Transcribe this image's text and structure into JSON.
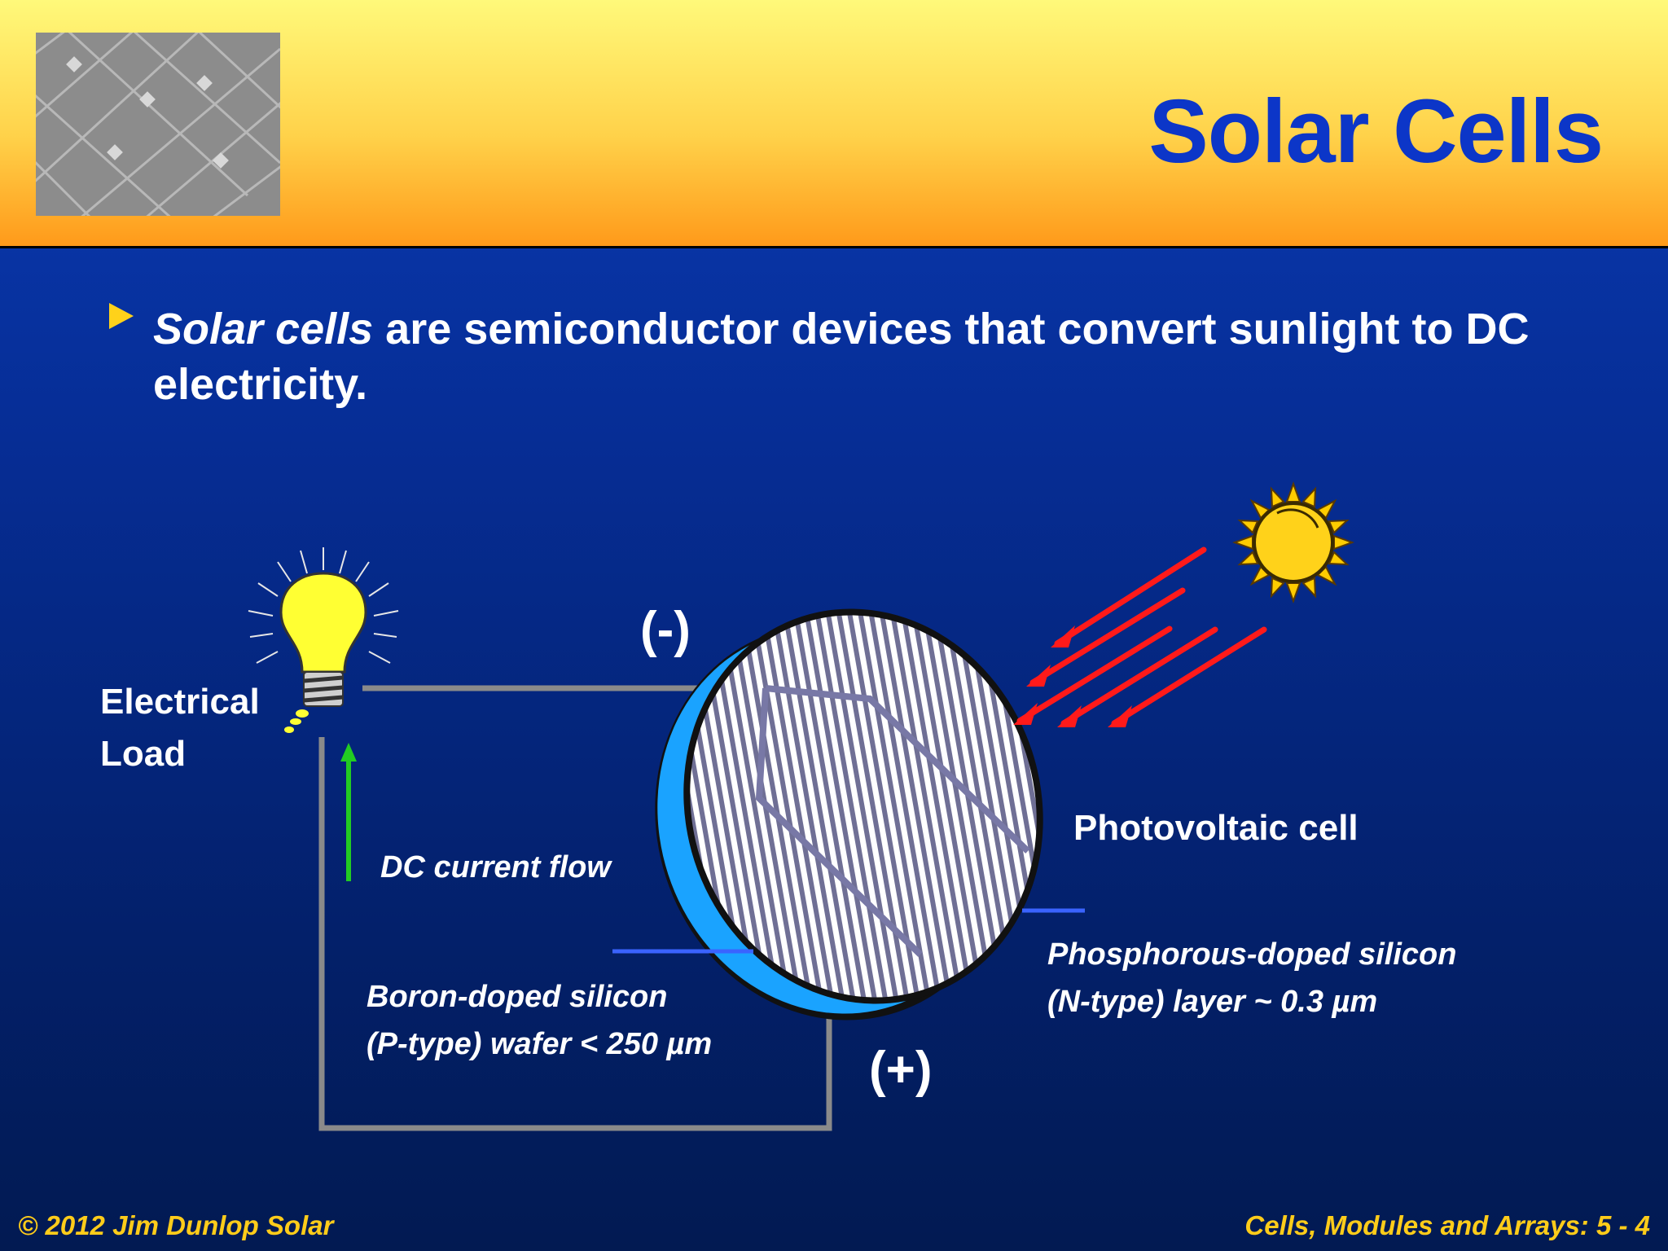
{
  "slide": {
    "title": "Solar Cells",
    "bullet": {
      "emphasis": "Solar cells",
      "text": " are semiconductor devices that convert sunlight to DC electricity."
    }
  },
  "diagram": {
    "load_label_line1": "Electrical",
    "load_label_line2": "Load",
    "negative_terminal": "(-)",
    "positive_terminal": "(+)",
    "cell_label": "Photovoltaic cell",
    "current_label": "DC current flow",
    "p_layer_line1": "Boron-doped silicon",
    "p_layer_line2": "(P-type) wafer < 250 µm",
    "n_layer_line1": "Phosphorous-doped silicon",
    "n_layer_line2": "(N-type) layer ~ 0.3 µm"
  },
  "footer": {
    "copyright": "© 2012 Jim Dunlop Solar",
    "page": "Cells, Modules and Arrays: 5 - 4"
  },
  "colors": {
    "title": "#0c36c8",
    "sunlight_arrows": "#ff1a1a",
    "current_arrow": "#22cc22",
    "footer_text": "#ffcc1a",
    "p_layer": "#1aa3ff",
    "wire": "#8a8a8a"
  },
  "icons": [
    "solar-panel-thumbnail",
    "bullet-triangle-icon",
    "light-bulb-icon",
    "sun-icon",
    "sunlight-arrow-icon",
    "current-arrow-icon"
  ]
}
